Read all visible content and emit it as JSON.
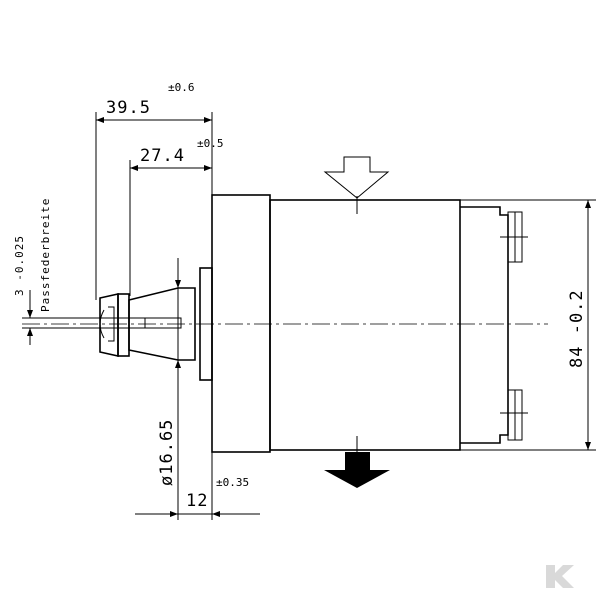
{
  "dimensions": {
    "length_total": {
      "value": "39.5",
      "tolerance": "±0.6"
    },
    "length_shaft": {
      "value": "27.4",
      "tolerance": "±0.5"
    },
    "key_width": {
      "value": "3 -0.025",
      "note": "Passfederbreite"
    },
    "shaft_diameter": {
      "value": "ø16.65"
    },
    "flange_thickness": {
      "value": "12",
      "tolerance": "±0.35"
    },
    "body_height": {
      "value": "84 -0.2"
    }
  },
  "arrows": {
    "inlet": "hollow-arrow-icon",
    "outlet": "filled-arrow-icon"
  },
  "logo": {
    "name": "k-logo-icon",
    "color": "#d9d9d9"
  }
}
